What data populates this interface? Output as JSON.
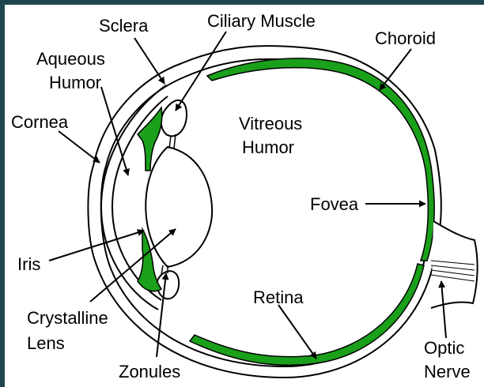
{
  "labels": {
    "sclera": "Sclera",
    "ciliary_muscle": "Ciliary Muscle",
    "choroid": "Choroid",
    "aqueous_1": "Aqueous",
    "aqueous_2": "Humor",
    "cornea": "Cornea",
    "vitreous_1": "Vitreous",
    "vitreous_2": "Humor",
    "fovea": "Fovea",
    "iris": "Iris",
    "retina": "Retina",
    "crystalline_1": "Crystalline",
    "crystalline_2": "Lens",
    "optic_1": "Optic",
    "optic_2": "Nerve",
    "zonules": "Zonules"
  },
  "colors": {
    "background": "#1f4650",
    "tissue_green": "#1aa01a",
    "line": "#000000"
  }
}
